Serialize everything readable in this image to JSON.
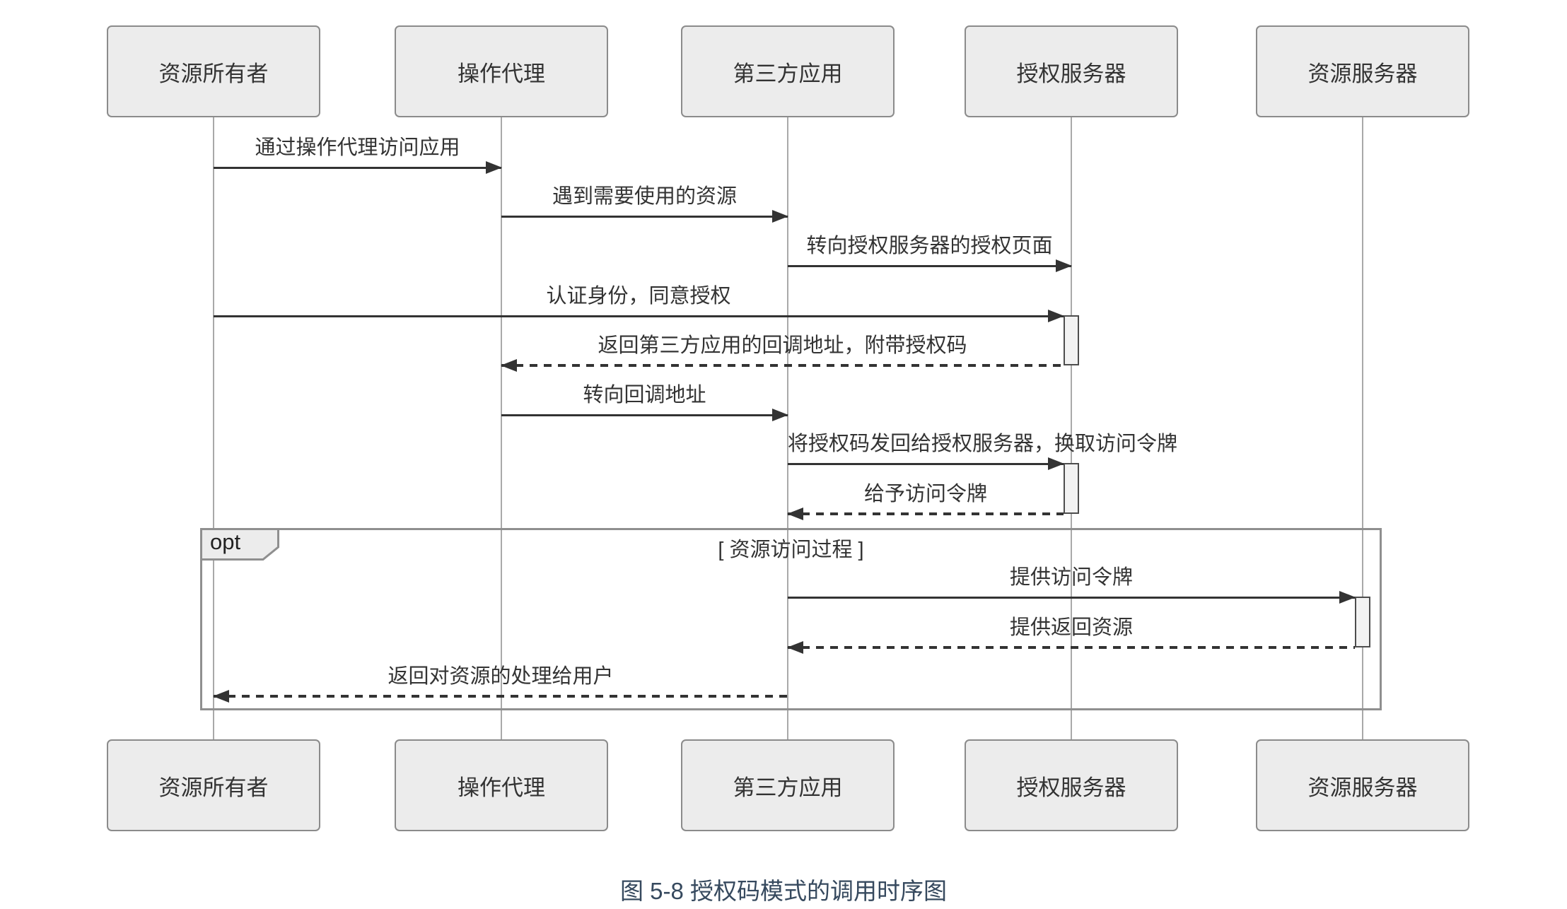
{
  "actors": [
    {
      "label": "资源所有者"
    },
    {
      "label": "操作代理"
    },
    {
      "label": "第三方应用"
    },
    {
      "label": "授权服务器"
    },
    {
      "label": "资源服务器"
    }
  ],
  "messages": [
    {
      "label": "通过操作代理访问应用"
    },
    {
      "label": "遇到需要使用的资源"
    },
    {
      "label": "转向授权服务器的授权页面"
    },
    {
      "label": "认证身份，同意授权"
    },
    {
      "label": "返回第三方应用的回调地址，附带授权码"
    },
    {
      "label": "转向回调地址"
    },
    {
      "label": "将授权码发回给授权服务器，换取访问令牌"
    },
    {
      "label": "给予访问令牌"
    },
    {
      "label": "提供访问令牌"
    },
    {
      "label": "提供返回资源"
    },
    {
      "label": "返回对资源的处理给用户"
    }
  ],
  "fragment": {
    "operator": "opt",
    "condition": "[ 资源访问过程 ]"
  },
  "caption": "图 5-8 授权码模式的调用时序图",
  "colors": {
    "box_fill": "#ececec",
    "box_border": "#8b8b8b",
    "lifeline": "#a9a9a9",
    "line": "#333333",
    "activation_fill": "#f2f2f2",
    "activation_border": "#4d4d4d",
    "frame_border": "#8f8f8f",
    "caption_text": "#36495e"
  }
}
